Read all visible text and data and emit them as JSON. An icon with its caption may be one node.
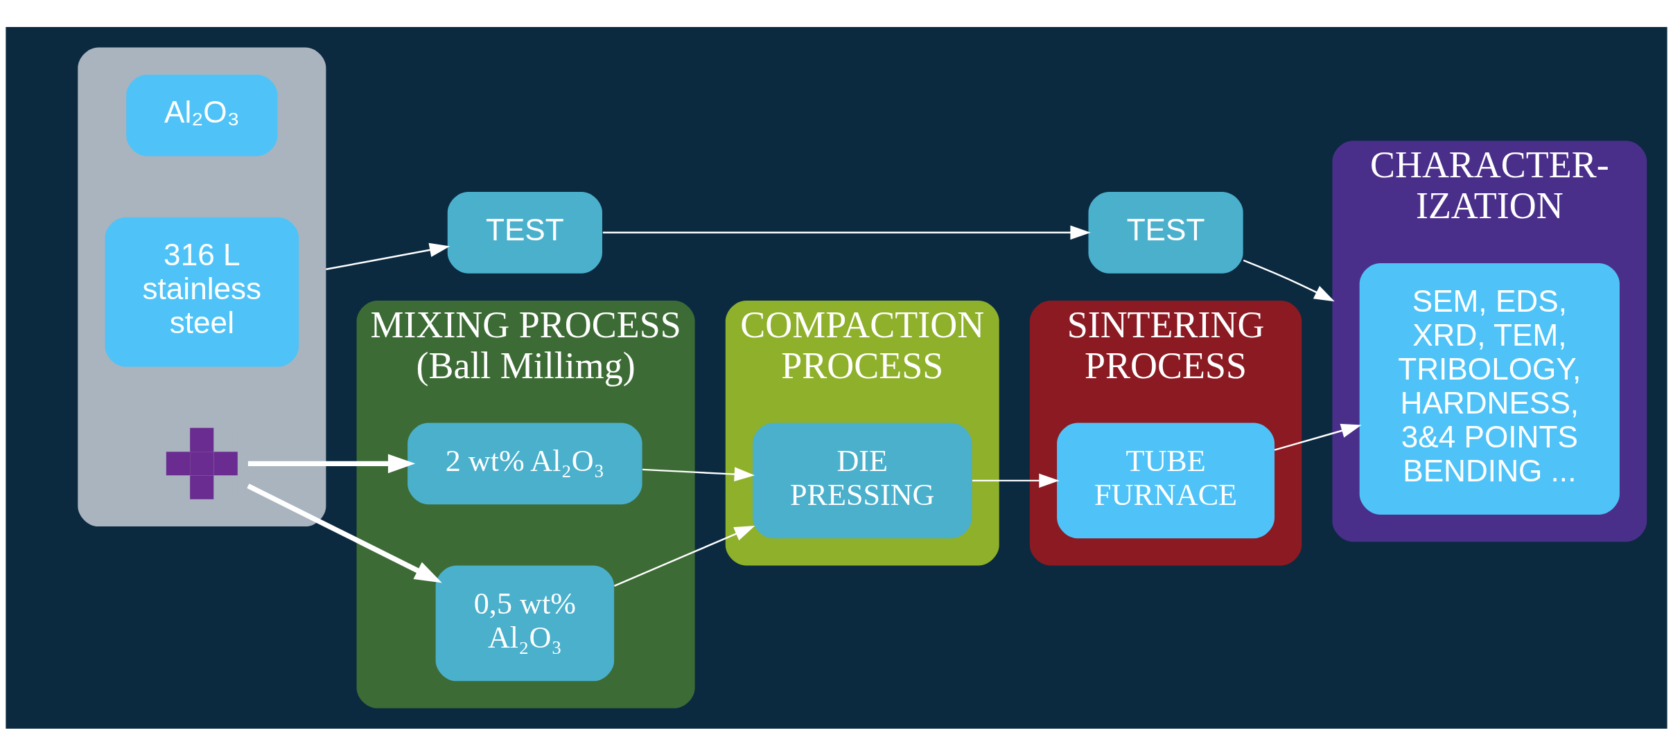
{
  "diagram": {
    "nodes": [
      {
        "text": [],
        "shape": "box"
      },
      {
        "text": [
          "316 L stainless steel"
        ],
        "in": 0
      },
      {
        "text": [],
        "shape": "plus",
        "in": 0
      },
      {
        "text": [
          "Al₂O₃"
        ],
        "in": 0
      },
      {
        "text": [
          "MIXING PROCESS",
          "(Ball Millimg)"
        ]
      },
      {
        "text": [
          "2 wt% Al₂O₃"
        ],
        "in": 4
      },
      {
        "text": [
          "0,5 wt% Al₂O₃"
        ],
        "in": 4
      },
      {
        "text": [
          "COMPACTION PROCESS"
        ]
      },
      {
        "text": [
          "DIE PRESSING"
        ],
        "in": 7
      },
      {
        "text": [
          "SINTERING PROCESS"
        ]
      },
      {
        "text": [
          "TUBE FURNACE"
        ],
        "in": 9
      },
      {
        "text": [
          "CHARACTER- IZATION"
        ]
      },
      {
        "text": [
          "SEM, EDS, XRD, TEM, TRIBOLOGY, HARDNESS, 3&4 POINTS BENDING ..."
        ],
        "in": 11
      },
      {
        "text": [
          "TEST"
        ]
      },
      {
        "text": [
          "TEST"
        ]
      }
    ],
    "edges": [
      {
        "from": 2,
        "to": 5,
        "arrow": "to",
        "style": "thick"
      },
      {
        "from": 2,
        "to": 6,
        "arrow": "to",
        "style": "thick"
      },
      {
        "from": 5,
        "to": 8,
        "arrow": "to"
      },
      {
        "from": 6,
        "to": 8,
        "arrow": "to"
      },
      {
        "from": 8,
        "to": 10,
        "arrow": "to"
      },
      {
        "from": 10,
        "to": 12,
        "arrow": "to"
      },
      {
        "from": 0,
        "to": 13,
        "arrow": "to"
      },
      {
        "from": 13,
        "to": 14,
        "arrow": "to"
      },
      {
        "from": 14,
        "to": 11,
        "arrow": "to"
      }
    ]
  }
}
